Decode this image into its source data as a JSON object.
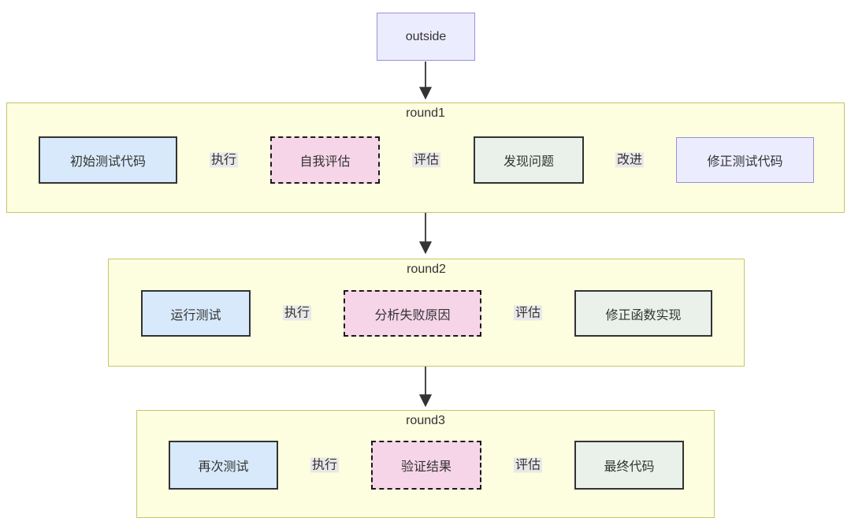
{
  "outside": {
    "label": "outside"
  },
  "rounds": [
    {
      "title": "round1",
      "nodes": [
        {
          "label": "初始测试代码"
        },
        {
          "label": "自我评估"
        },
        {
          "label": "发现问题"
        },
        {
          "label": "修正测试代码"
        }
      ],
      "edges": [
        {
          "label": "执行"
        },
        {
          "label": "评估"
        },
        {
          "label": "改进"
        }
      ]
    },
    {
      "title": "round2",
      "nodes": [
        {
          "label": "运行测试"
        },
        {
          "label": "分析失败原因"
        },
        {
          "label": "修正函数实现"
        }
      ],
      "edges": [
        {
          "label": "执行"
        },
        {
          "label": "评估"
        }
      ]
    },
    {
      "title": "round3",
      "nodes": [
        {
          "label": "再次测试"
        },
        {
          "label": "验证结果"
        },
        {
          "label": "最终代码"
        }
      ],
      "edges": [
        {
          "label": "执行"
        },
        {
          "label": "评估"
        }
      ]
    }
  ],
  "colors": {
    "container_fill": "#FDFDDF",
    "container_border": "#C6C66B",
    "blue_node_fill": "#D7E9FA",
    "pink_node_fill": "#F6D5E8",
    "green_node_fill": "#E9F1EA",
    "lavender_node_fill": "#ECECFF",
    "lavender_node_border": "#9A8FD8",
    "node_border": "#333333",
    "arrow_color": "#333333",
    "edge_label_background": "#E8E8E8",
    "text_color": "#333333"
  }
}
